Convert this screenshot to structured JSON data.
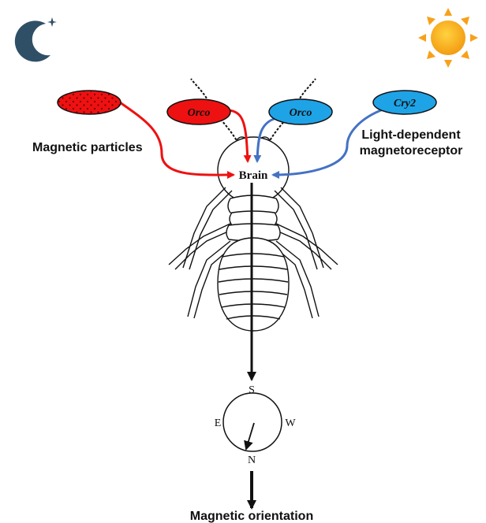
{
  "colors": {
    "red": "#ee1111",
    "blue": "#1ea3e6",
    "blue_line": "#4472c4",
    "sun": "#f7a11a",
    "moon": "#2f4f66"
  },
  "icons": {
    "night": "moon-icon",
    "day": "sun-icon"
  },
  "labels": {
    "magnetic_particles": "Magnetic particles",
    "light_dependent_1": "Light-dependent",
    "light_dependent_2": "magnetoreceptor",
    "brain": "Brain",
    "output": "Magnetic orientation"
  },
  "ovals": {
    "orco_red": "Orco",
    "orco_blue": "Orco",
    "cry2": "Cry2"
  },
  "compass": {
    "north": "N",
    "south": "S",
    "east": "E",
    "west": "W"
  }
}
